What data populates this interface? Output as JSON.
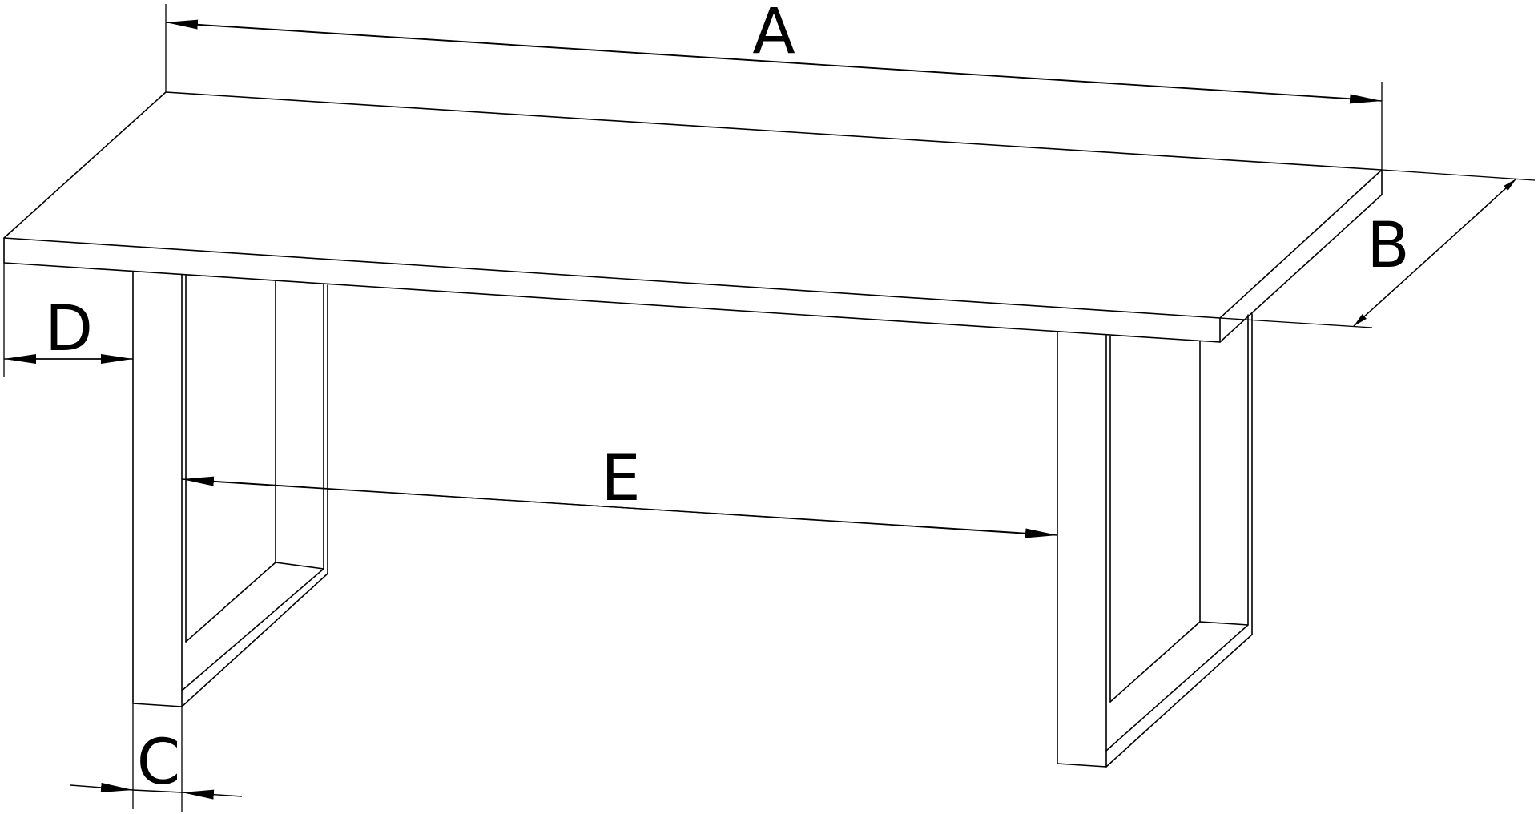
{
  "drawing": {
    "labels": {
      "length": "A",
      "depth": "B",
      "leg_thickness": "C",
      "leg_offset": "D",
      "leg_span": "E"
    },
    "colors": {
      "line": "#000000",
      "background": "#ffffff"
    }
  }
}
